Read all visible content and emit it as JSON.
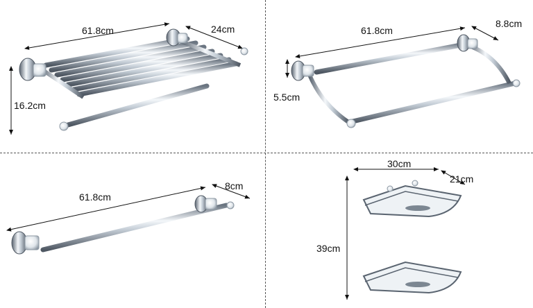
{
  "panels": [
    {
      "product": "towel-rack-shelf",
      "dims": {
        "length": "61.8cm",
        "depth": "24cm",
        "height": "16.2cm"
      }
    },
    {
      "product": "double-towel-bar",
      "dims": {
        "length": "61.8cm",
        "depth": "8.8cm",
        "spacing": "5.5cm"
      }
    },
    {
      "product": "single-towel-bar",
      "dims": {
        "length": "61.8cm",
        "depth": "8cm"
      }
    },
    {
      "product": "corner-shower-basket",
      "dims": {
        "width": "30cm",
        "depth": "21cm",
        "height": "39cm"
      }
    }
  ],
  "colors": {
    "chrome_dark": "#5a6470",
    "chrome_mid": "#b8c2cc",
    "chrome_light": "#f4f7fa",
    "crystal": "#e9eef2",
    "divider": "#555555",
    "dimension_line": "#111111"
  }
}
